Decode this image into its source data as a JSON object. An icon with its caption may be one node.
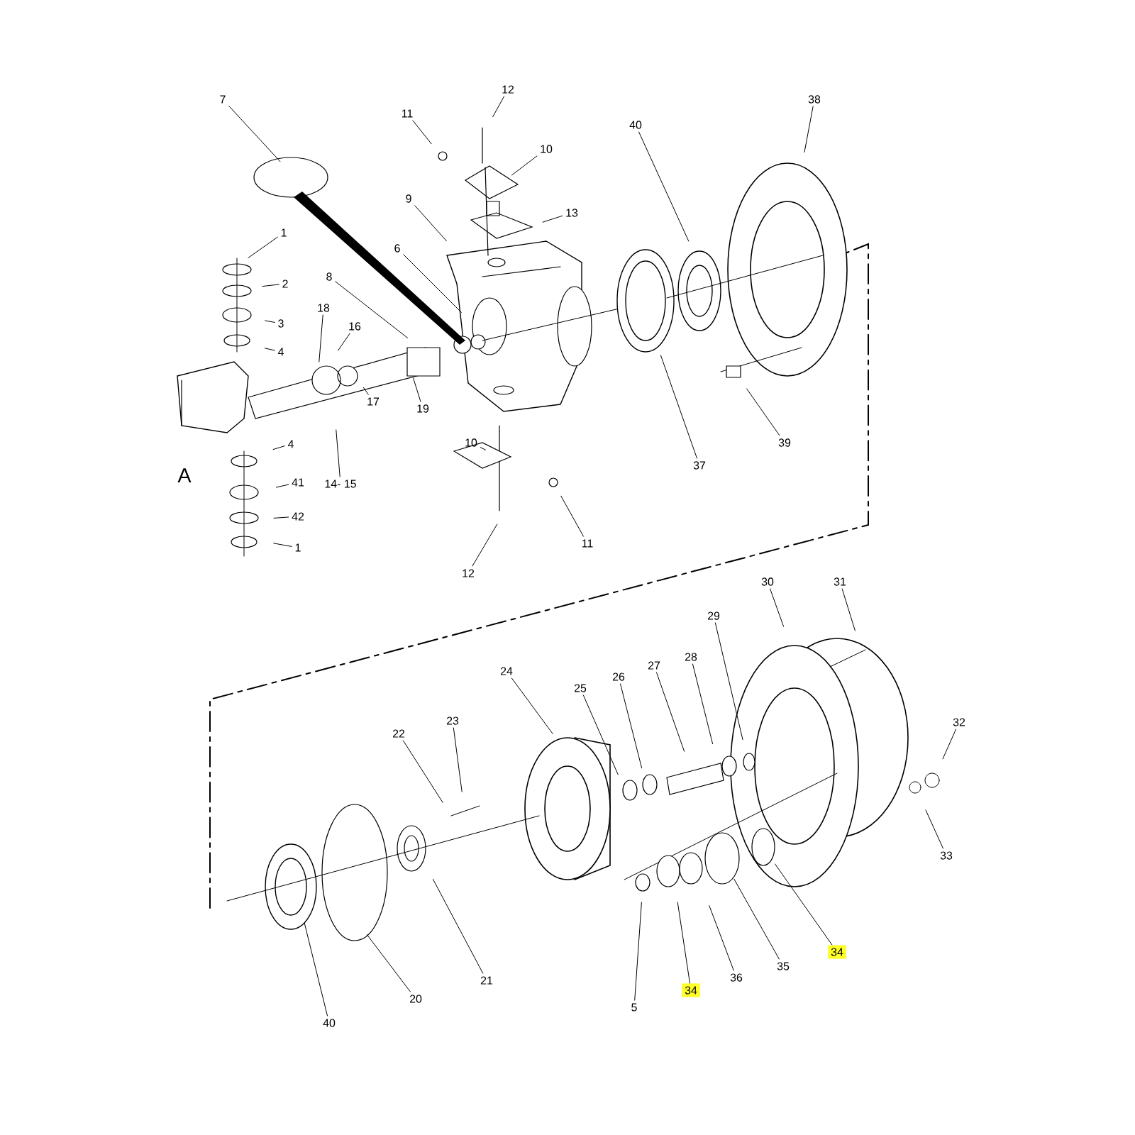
{
  "diagram": {
    "nodes": [
      {
        "text": [
          "7"
        ]
      },
      {
        "text": [
          "12"
        ]
      },
      {
        "text": [
          "11"
        ]
      },
      {
        "text": [
          "10"
        ]
      },
      {
        "text": [
          "13"
        ]
      },
      {
        "text": [
          "9"
        ]
      },
      {
        "text": [
          "6"
        ]
      },
      {
        "text": [
          "38"
        ]
      },
      {
        "text": [
          "40"
        ]
      },
      {
        "text": [
          "1"
        ]
      },
      {
        "text": [
          "2"
        ]
      },
      {
        "text": [
          "3"
        ]
      },
      {
        "text": [
          "4"
        ]
      },
      {
        "text": [
          "8"
        ]
      },
      {
        "text": [
          "18"
        ]
      },
      {
        "text": [
          "16"
        ]
      },
      {
        "text": [
          "17"
        ]
      },
      {
        "text": [
          "19"
        ]
      },
      {
        "text": [
          "14- 15"
        ]
      },
      {
        "text": [
          "4"
        ]
      },
      {
        "text": [
          "41"
        ]
      },
      {
        "text": [
          "42"
        ]
      },
      {
        "text": [
          "1"
        ]
      },
      {
        "text": [
          "10"
        ]
      },
      {
        "text": [
          "11"
        ]
      },
      {
        "text": [
          "12"
        ]
      },
      {
        "text": [
          "37"
        ]
      },
      {
        "text": [
          "39"
        ]
      },
      {
        "text": [
          "30"
        ]
      },
      {
        "text": [
          "31"
        ]
      },
      {
        "text": [
          "29"
        ]
      },
      {
        "text": [
          "24"
        ]
      },
      {
        "text": [
          "25"
        ]
      },
      {
        "text": [
          "26"
        ]
      },
      {
        "text": [
          "27"
        ]
      },
      {
        "text": [
          "28"
        ]
      },
      {
        "text": [
          "22"
        ]
      },
      {
        "text": [
          "23"
        ]
      },
      {
        "text": [
          "32"
        ]
      },
      {
        "text": [
          "33"
        ]
      },
      {
        "text": [
          "34"
        ]
      },
      {
        "text": [
          "34"
        ]
      },
      {
        "text": [
          "36"
        ]
      },
      {
        "text": [
          "35"
        ]
      },
      {
        "text": [
          "5"
        ]
      },
      {
        "text": [
          "40"
        ]
      },
      {
        "text": [
          "20"
        ]
      },
      {
        "text": [
          "21"
        ]
      }
    ],
    "edges": [
      {
        "from": 0,
        "to": null,
        "arrow": "none"
      },
      {
        "from": 1,
        "to": null,
        "arrow": "none"
      },
      {
        "from": 2,
        "to": null,
        "arrow": "none"
      },
      {
        "from": 3,
        "to": null,
        "arrow": "none"
      },
      {
        "from": 4,
        "to": null,
        "arrow": "none"
      },
      {
        "from": 5,
        "to": null,
        "arrow": "none"
      },
      {
        "from": 6,
        "to": null,
        "arrow": "none"
      },
      {
        "from": 7,
        "to": null,
        "arrow": "none"
      },
      {
        "from": 8,
        "to": null,
        "arrow": "none"
      },
      {
        "from": 9,
        "to": null,
        "arrow": "none"
      },
      {
        "from": 10,
        "to": null,
        "arrow": "none"
      },
      {
        "from": 11,
        "to": null,
        "arrow": "none"
      },
      {
        "from": 12,
        "to": null,
        "arrow": "none"
      },
      {
        "from": 13,
        "to": null,
        "arrow": "none"
      },
      {
        "from": 14,
        "to": null,
        "arrow": "none"
      },
      {
        "from": 15,
        "to": null,
        "arrow": "none"
      },
      {
        "from": 16,
        "to": null,
        "arrow": "none"
      },
      {
        "from": 17,
        "to": null,
        "arrow": "none"
      },
      {
        "from": 18,
        "to": null,
        "arrow": "none"
      },
      {
        "from": 19,
        "to": null,
        "arrow": "none"
      },
      {
        "from": 20,
        "to": null,
        "arrow": "none"
      },
      {
        "from": 21,
        "to": null,
        "arrow": "none"
      },
      {
        "from": 22,
        "to": null,
        "arrow": "none"
      },
      {
        "from": 23,
        "to": null,
        "arrow": "none"
      },
      {
        "from": 24,
        "to": null,
        "arrow": "none"
      },
      {
        "from": 25,
        "to": null,
        "arrow": "none"
      },
      {
        "from": 26,
        "to": null,
        "arrow": "none"
      },
      {
        "from": 27,
        "to": null,
        "arrow": "none"
      },
      {
        "from": 28,
        "to": null,
        "arrow": "none"
      },
      {
        "from": 29,
        "to": null,
        "arrow": "none"
      },
      {
        "from": 30,
        "to": null,
        "arrow": "none"
      },
      {
        "from": 31,
        "to": null,
        "arrow": "none"
      },
      {
        "from": 32,
        "to": null,
        "arrow": "none"
      },
      {
        "from": 33,
        "to": null,
        "arrow": "none"
      },
      {
        "from": 34,
        "to": null,
        "arrow": "none"
      },
      {
        "from": 35,
        "to": null,
        "arrow": "none"
      },
      {
        "from": 36,
        "to": null,
        "arrow": "none"
      },
      {
        "from": 37,
        "to": null,
        "arrow": "none"
      },
      {
        "from": 38,
        "to": null,
        "arrow": "none"
      },
      {
        "from": 39,
        "to": null,
        "arrow": "none"
      },
      {
        "from": 40,
        "to": null,
        "arrow": "none"
      },
      {
        "from": 41,
        "to": null,
        "arrow": "none"
      },
      {
        "from": 42,
        "to": null,
        "arrow": "none"
      },
      {
        "from": 43,
        "to": null,
        "arrow": "none"
      },
      {
        "from": 44,
        "to": null,
        "arrow": "none"
      },
      {
        "from": 45,
        "to": null,
        "arrow": "none"
      },
      {
        "from": 46,
        "to": null,
        "arrow": "none"
      },
      {
        "from": 47,
        "to": null,
        "arrow": "none"
      }
    ],
    "labels": [
      "A"
    ]
  }
}
